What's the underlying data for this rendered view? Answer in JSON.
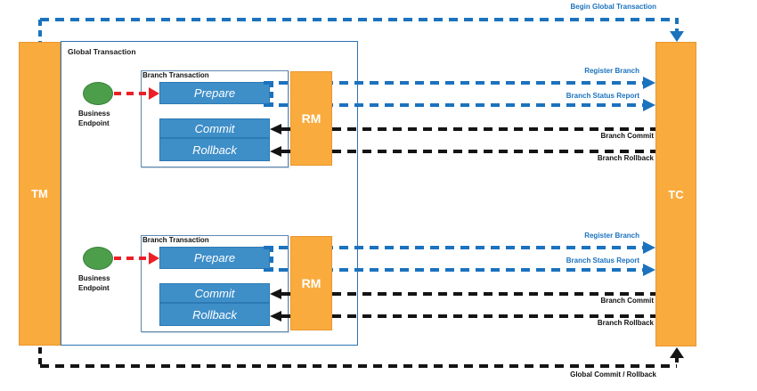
{
  "diagram": {
    "global_box_title": "Global Transaction",
    "nodes": {
      "tm": "TM",
      "tc": "TC"
    },
    "flows": {
      "begin_global_transaction": "Begin Global Transaction",
      "global_commit_rollback": "Global Commit / Rollback"
    },
    "branches": [
      {
        "title": "Branch Transaction",
        "endpoint_line1": "Business",
        "endpoint_line2": "Endpoint",
        "steps": {
          "prepare": "Prepare",
          "commit": "Commit",
          "rollback": "Rollback"
        },
        "rm_label": "RM",
        "messages": {
          "register_branch": "Register Branch",
          "branch_status_report": "Branch Status Report",
          "branch_commit": "Branch Commit",
          "branch_rollback": "Branch Rollback"
        }
      },
      {
        "title": "Branch Transaction",
        "endpoint_line1": "Business",
        "endpoint_line2": "Endpoint",
        "steps": {
          "prepare": "Prepare",
          "commit": "Commit",
          "rollback": "Rollback"
        },
        "rm_label": "RM",
        "messages": {
          "register_branch": "Register Branch",
          "branch_status_report": "Branch Status Report",
          "branch_commit": "Branch Commit",
          "branch_rollback": "Branch Rollback"
        }
      }
    ],
    "colors": {
      "orange": "#FAAB3D",
      "step_blue": "#3E8EC8",
      "line_blue": "#1B72BE",
      "endpoint_green": "#4D9E4A",
      "arrow_red": "#EC1F26",
      "line_black": "#141414"
    }
  }
}
